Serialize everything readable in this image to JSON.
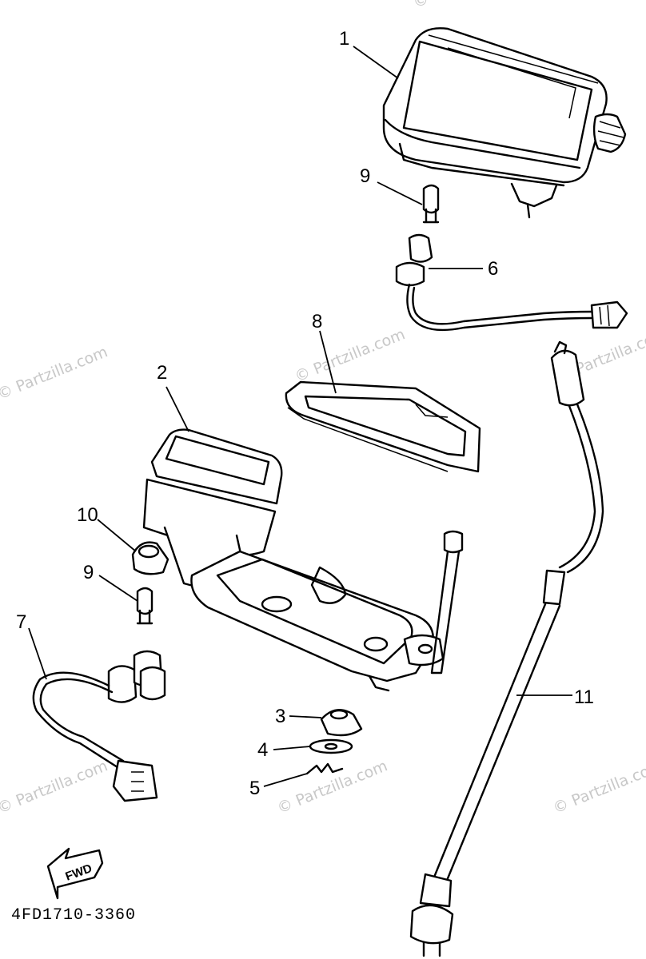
{
  "callouts": {
    "c1": "1",
    "c2": "2",
    "c3": "3",
    "c4": "4",
    "c5": "5",
    "c6": "6",
    "c7": "7",
    "c8": "8",
    "c9a": "9",
    "c9b": "9",
    "c10": "10",
    "c11": "11"
  },
  "diagram_code": "4FD1710-3360",
  "fwd_label": "FWD",
  "watermarks": {
    "w1": "© Partzilla.com",
    "w2": "© Partzilla.com",
    "w3": "© Partzilla.com",
    "w4": "© Partzilla.com",
    "w5": "© Partzilla.com",
    "w6": "© Partzilla.com",
    "w7": "© Partzilla.com"
  }
}
